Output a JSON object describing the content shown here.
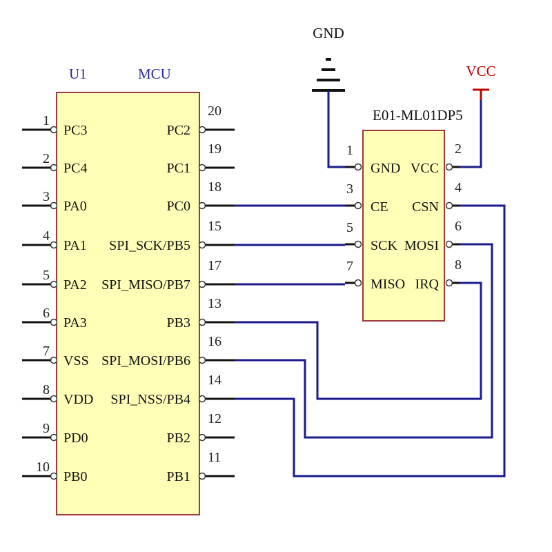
{
  "mcu": {
    "ref": "U1",
    "part": "MCU",
    "left_pins": [
      {
        "num": "1",
        "name": "PC3"
      },
      {
        "num": "2",
        "name": "PC4"
      },
      {
        "num": "3",
        "name": "PA0"
      },
      {
        "num": "4",
        "name": "PA1"
      },
      {
        "num": "5",
        "name": "PA2"
      },
      {
        "num": "6",
        "name": "PA3"
      },
      {
        "num": "7",
        "name": "VSS"
      },
      {
        "num": "8",
        "name": "VDD"
      },
      {
        "num": "9",
        "name": "PD0"
      },
      {
        "num": "10",
        "name": "PB0"
      }
    ],
    "right_pins": [
      {
        "num": "20",
        "name": "PC2"
      },
      {
        "num": "19",
        "name": "PC1"
      },
      {
        "num": "18",
        "name": "PC0"
      },
      {
        "num": "15",
        "name": "SPI_SCK/PB5"
      },
      {
        "num": "17",
        "name": "SPI_MISO/PB7"
      },
      {
        "num": "13",
        "name": "PB3"
      },
      {
        "num": "16",
        "name": "SPI_MOSI/PB6"
      },
      {
        "num": "14",
        "name": "SPI_NSS/PB4"
      },
      {
        "num": "12",
        "name": "PB2"
      },
      {
        "num": "11",
        "name": "PB1"
      }
    ]
  },
  "module": {
    "part": "E01-ML01DP5",
    "left_pins": [
      {
        "num": "1",
        "name": "GND"
      },
      {
        "num": "3",
        "name": "CE"
      },
      {
        "num": "5",
        "name": "SCK"
      },
      {
        "num": "7",
        "name": "MISO"
      }
    ],
    "right_pins": [
      {
        "num": "2",
        "name": "VCC"
      },
      {
        "num": "4",
        "name": "CSN"
      },
      {
        "num": "6",
        "name": "MOSI"
      },
      {
        "num": "8",
        "name": "IRQ"
      }
    ]
  },
  "power": {
    "gnd_label": "GND",
    "vcc_label": "VCC"
  },
  "colors": {
    "chip_fill": "#ffffb8",
    "chip_border": "#9a3a3a",
    "wire": "#1a1a8c",
    "ref_label": "#2a2aa0",
    "vcc": "#c00000"
  },
  "nets": [
    {
      "from": "U1.18 PC0",
      "to": "E01-ML01DP5.3 CE"
    },
    {
      "from": "U1.15 SPI_SCK/PB5",
      "to": "E01-ML01DP5.5 SCK"
    },
    {
      "from": "U1.17 SPI_MISO/PB7",
      "to": "E01-ML01DP5.7 MISO"
    },
    {
      "from": "U1.13 PB3",
      "to": "E01-ML01DP5.8 IRQ"
    },
    {
      "from": "U1.16 SPI_MOSI/PB6",
      "to": "E01-ML01DP5.6 MOSI"
    },
    {
      "from": "U1.14 SPI_NSS/PB4",
      "to": "E01-ML01DP5.4 CSN"
    },
    {
      "from": "GND",
      "to": "E01-ML01DP5.1 GND"
    },
    {
      "from": "VCC",
      "to": "E01-ML01DP5.2 VCC"
    }
  ]
}
